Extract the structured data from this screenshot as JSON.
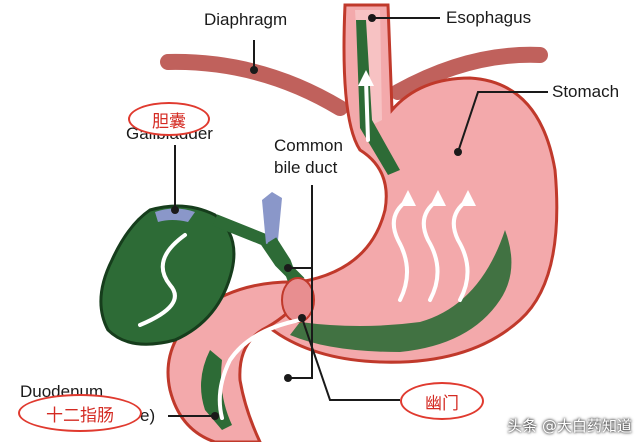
{
  "labels": {
    "diaphragm": "Diaphragm",
    "esophagus": "Esophagus",
    "stomach": "Stomach",
    "common_bile_duct_line1": "Common",
    "common_bile_duct_line2": "bile duct",
    "gallbladder_partial": "Gallbladder",
    "duodenum_partial": "Duodenum",
    "duodenum_tail": "e)"
  },
  "annotations_cn": {
    "gallbladder": "胆囊",
    "duodenum": "十二指肠",
    "pylorus": "幽门"
  },
  "watermark": "头条 @大白药知道",
  "colors": {
    "stomach_fill": "#f3a9ab",
    "stomach_outline": "#c0392b",
    "bile_green": "#2d6b36",
    "bile_green_light": "#3e8e4a",
    "diaphragm": "#c0615c",
    "duct_blue": "#8a97c9",
    "annotation_red": "#e03a2f",
    "arrow_white": "#ffffff"
  }
}
